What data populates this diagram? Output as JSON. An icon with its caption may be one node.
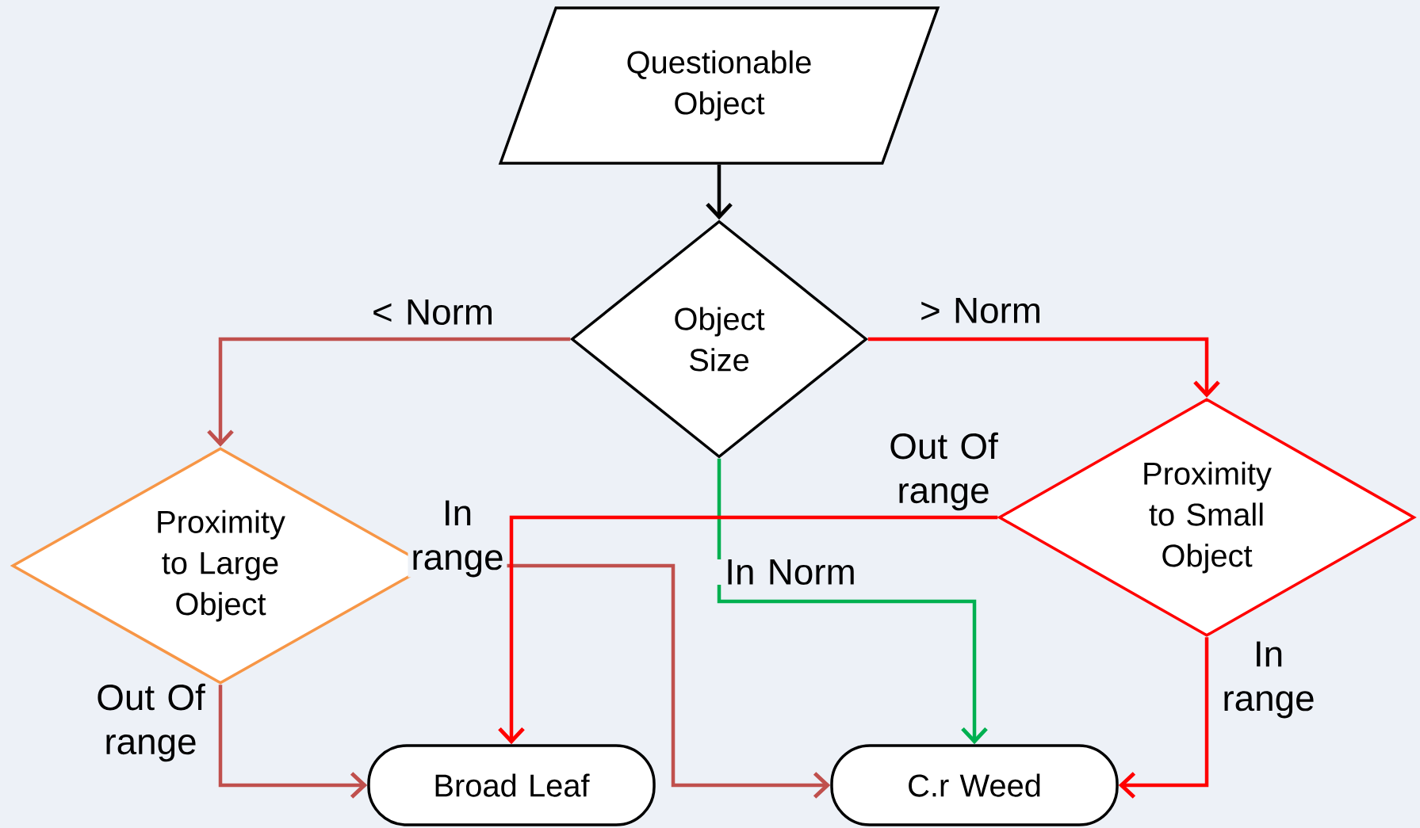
{
  "diagram": {
    "nodes": [
      {
        "text": [
          "Questionable Object"
        ]
      },
      {
        "text": [
          "Object Size"
        ]
      },
      {
        "text": [
          "Proximity to Large Object"
        ]
      },
      {
        "text": [
          "Proximity to Small Object"
        ]
      },
      {
        "text": [
          "Broad Leaf"
        ]
      },
      {
        "text": [
          "C.r Weed"
        ]
      }
    ],
    "edges": [
      {
        "from": 0,
        "to": 1,
        "arrow": "to",
        "color": "#000000"
      },
      {
        "from": 1,
        "to": 2,
        "arrow": "to",
        "label": "< Norm",
        "color": "#c0504d"
      },
      {
        "from": 1,
        "to": 3,
        "arrow": "to",
        "label": "> Norm",
        "color": "#ff0000"
      },
      {
        "from": 1,
        "to": 5,
        "arrow": "to",
        "label": "In Norm",
        "color": "#00b050"
      },
      {
        "from": 2,
        "to": 4,
        "arrow": "to",
        "label": "Out Of range",
        "color": "#c0504d"
      },
      {
        "from": 2,
        "to": 5,
        "arrow": "to",
        "label": "In range",
        "color": "#c0504d"
      },
      {
        "from": 3,
        "to": 4,
        "arrow": "to",
        "label": "Out Of range",
        "color": "#ff0000"
      },
      {
        "from": 3,
        "to": 5,
        "arrow": "to",
        "label": "In range",
        "color": "#ff0000"
      }
    ]
  }
}
